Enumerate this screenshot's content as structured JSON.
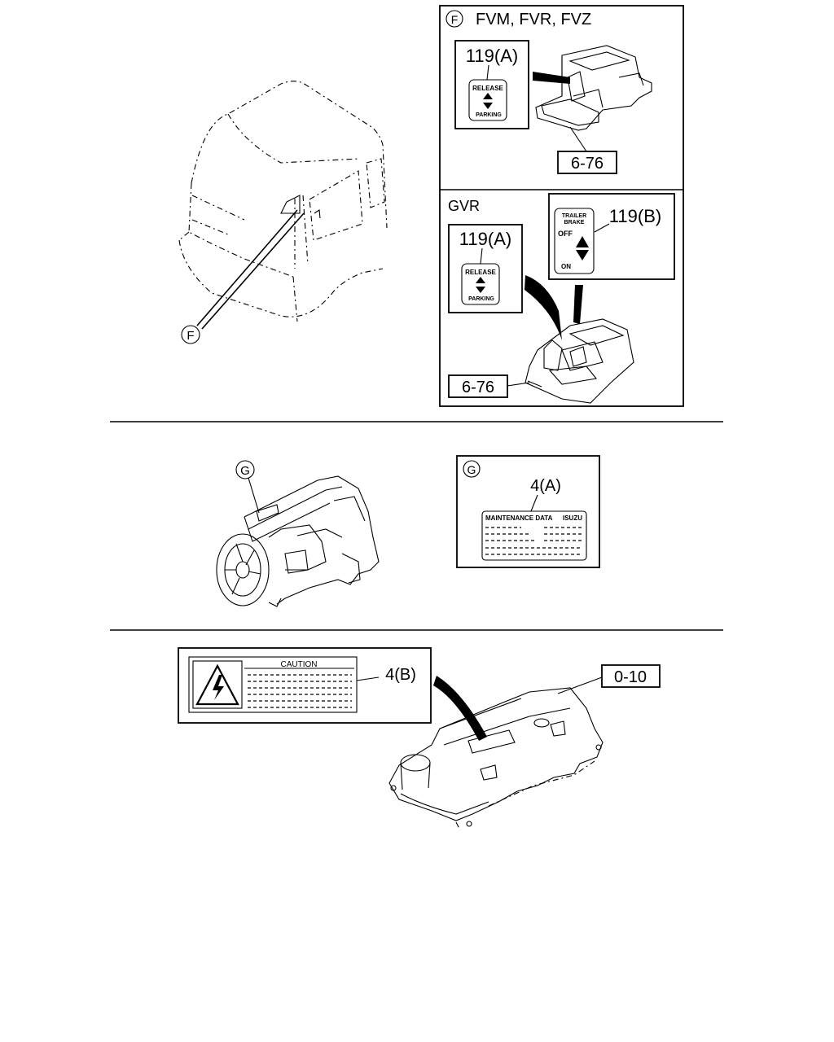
{
  "section_f": {
    "callout": "F",
    "title": "FVM, FVR, FVZ",
    "part_a": "119(A)",
    "label_release": "RELEASE",
    "label_parking": "PARKING",
    "ref": "6-76"
  },
  "section_gvr": {
    "title": "GVR",
    "part_a": "119(A)",
    "label_release": "RELEASE",
    "label_parking": "PARKING",
    "part_b": "119(B)",
    "label_trailer": "TRAILER",
    "label_brake": "BRAKE",
    "label_off": "OFF",
    "label_on": "ON",
    "ref": "6-76"
  },
  "section_g": {
    "callout": "G",
    "part": "4(A)",
    "label_title": "MAINTENANCE DATA",
    "label_brand": "ISUZU"
  },
  "section_caution": {
    "part": "4(B)",
    "label_caution": "CAUTION",
    "ref": "0-10"
  },
  "cab_callout": "F",
  "engine_callout": "G"
}
